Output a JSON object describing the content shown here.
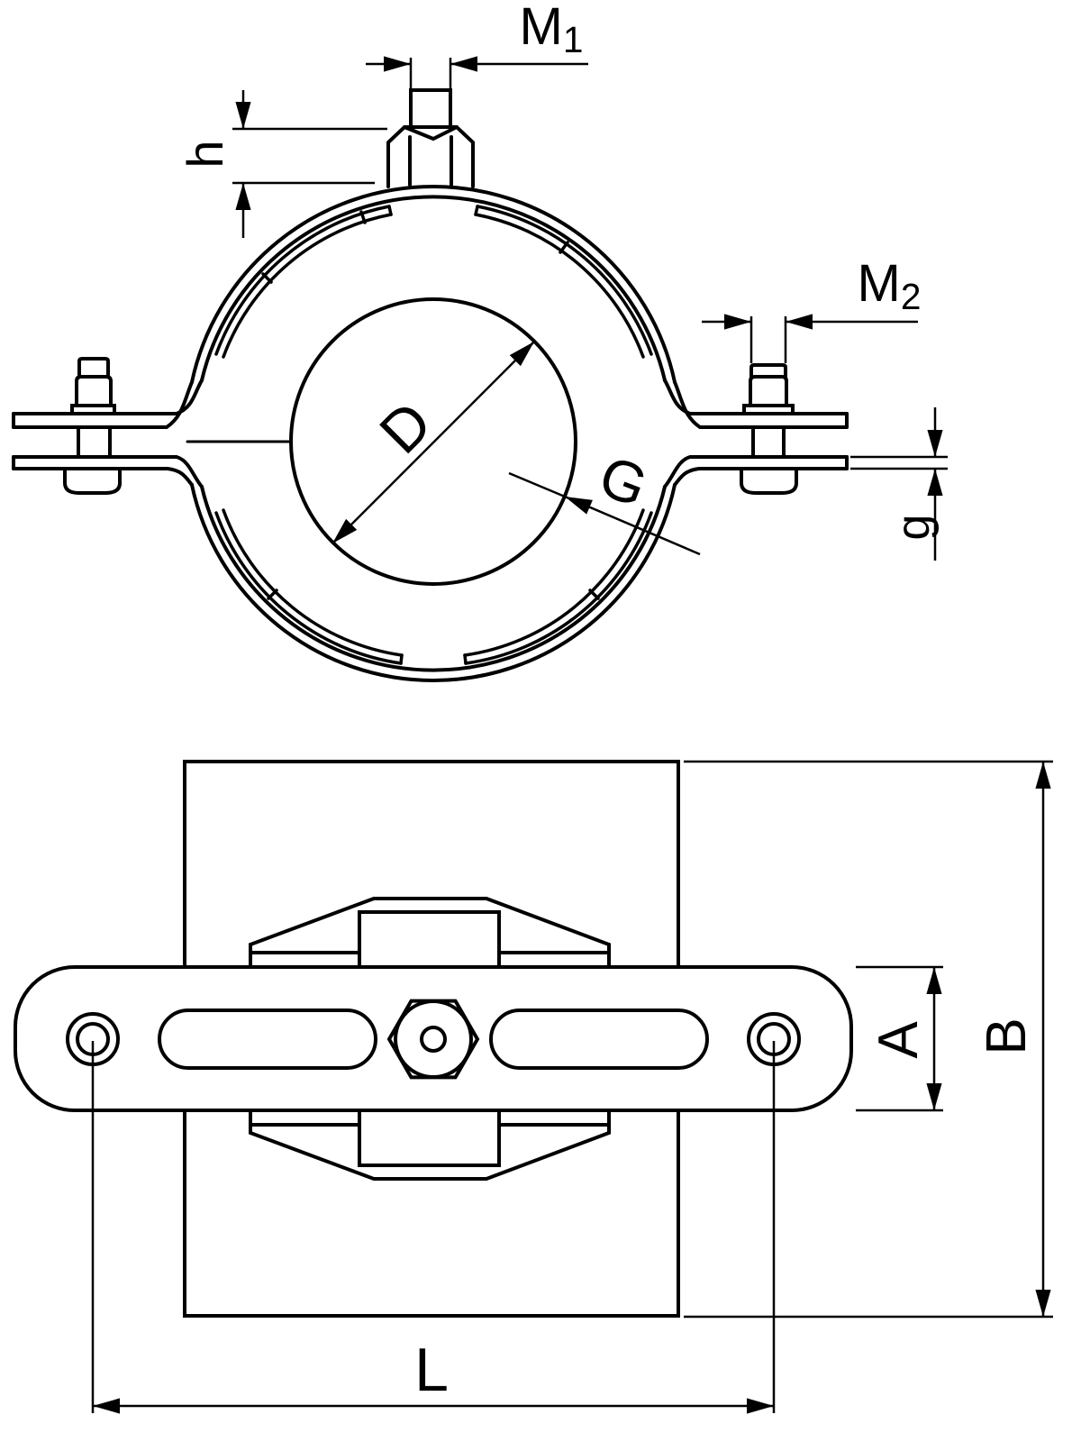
{
  "drawing": {
    "title": "pipe clamp technical drawing",
    "colors": {
      "line": "#000000",
      "background": "#ffffff"
    },
    "dim_labels": {
      "m1": {
        "base": "M",
        "sub": "1"
      },
      "m2": {
        "base": "M",
        "sub": "2"
      },
      "h": "h",
      "d": "D",
      "g_thread": "G",
      "g_plate": "g",
      "a": "A",
      "b": "B",
      "l": "L"
    }
  }
}
